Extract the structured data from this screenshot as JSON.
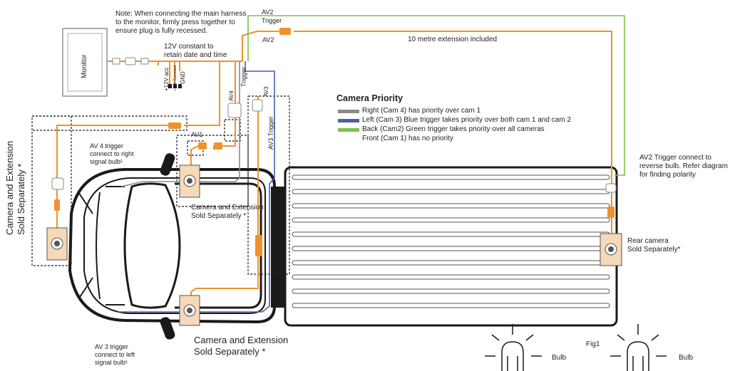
{
  "notes": {
    "harness_note": [
      "Note: When connecting the main harness",
      "to the monitor, firmly press together to",
      "ensure plug is fully recessed."
    ],
    "constant_12v": [
      "12V constant to",
      "retain date and time"
    ],
    "extension": "10 metre extension included",
    "monitor": "Monitor",
    "acc": "+12V acc",
    "const": "+12V Constant",
    "gnd": "GND"
  },
  "connectors": {
    "av1": "AV1",
    "av2_top": "AV2",
    "av2_trigger": "Trigger",
    "av2_bottom": "AV2",
    "av4": "AV4",
    "av4_trigger": "Trigger",
    "av3": "AV3",
    "av3_trigger": "AV3 Trigger"
  },
  "camera_priority": {
    "title": "Camera Priority",
    "items": [
      {
        "text": "Right (Cam 4) has priority over cam 1",
        "color": "#8a8a8a"
      },
      {
        "text": "Left (Cam 3) Blue trigger takes priority over both cam 1 and cam 2",
        "color": "#4a5fa8"
      },
      {
        "text": "Back (Cam2) Green trigger takes priority over all cameras",
        "color": "#7dc04a"
      },
      {
        "text": "Front (Cam 1) has no priority",
        "color": ""
      }
    ]
  },
  "annotations": {
    "av4_trigger": [
      "AV 4 trigger",
      "connect to right",
      "signal bulb¹"
    ],
    "av3_trigger": [
      "AV 3 trigger",
      "connect to left",
      "signal bulb¹"
    ],
    "left_camera": [
      "Camera and Extension",
      "Sold Separately *"
    ],
    "middle_camera": [
      "Camera and Extension",
      "Sold Separately *"
    ],
    "bottom_camera": [
      "Camera and Extension",
      "Sold Separately *"
    ],
    "av2_reverse": [
      "AV2 Trigger connect to",
      "reverse bulb. Refer diagram",
      "for finding polarity"
    ],
    "rear_camera": [
      "Rear camera",
      "Sold Separately*"
    ],
    "fig": "Fig1",
    "bulb_left": "Bulb",
    "bulb_right": "Bulb"
  },
  "colors": {
    "orange": "#f0922b",
    "green": "#7dc04a",
    "blue": "#4a5fa8",
    "grey": "#8a8a8a",
    "outline": "#1a1a1a"
  }
}
